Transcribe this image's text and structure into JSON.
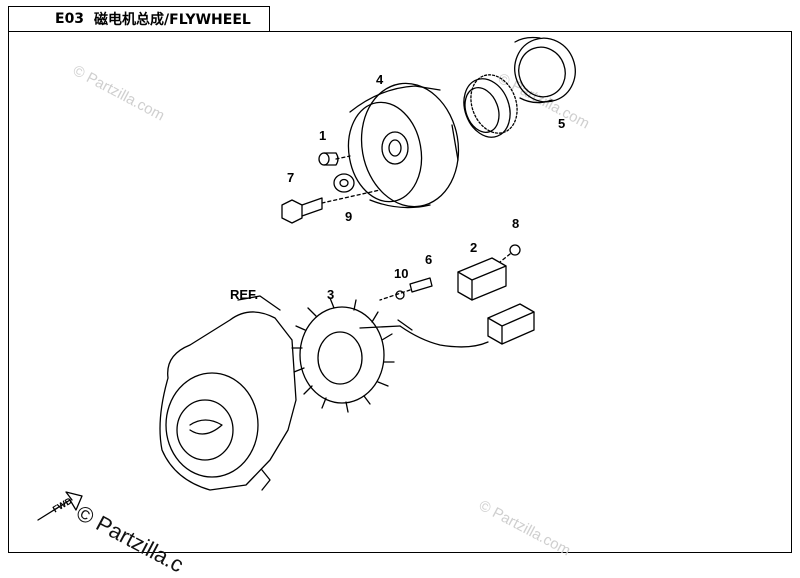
{
  "title": {
    "code": "E03",
    "text": "磁电机总成/FLYWHEEL"
  },
  "callouts": [
    "1",
    "2",
    "3",
    "4",
    "5",
    "6",
    "7",
    "8",
    "9",
    "10",
    "REF."
  ],
  "watermark": "© Partzilla.com",
  "watermark_bottom": "© Partzilla.c",
  "fwd_label": "FWD"
}
